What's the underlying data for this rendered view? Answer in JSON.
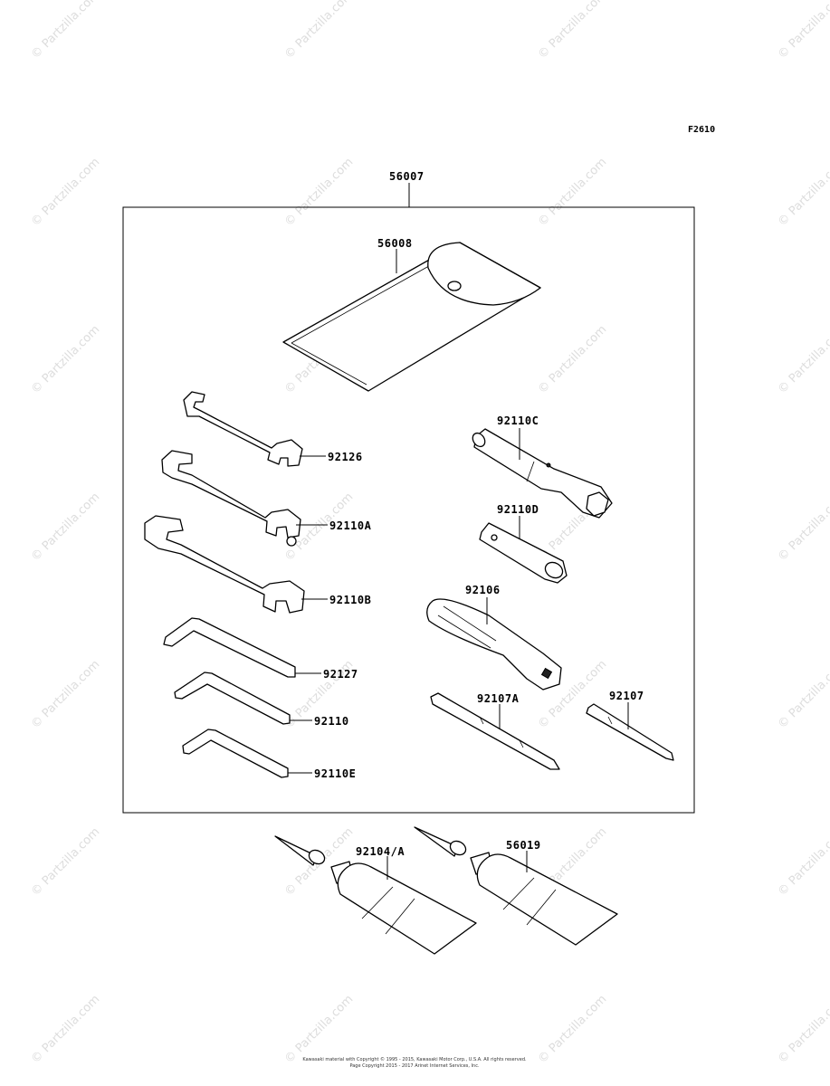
{
  "figure_code": "F2610",
  "watermark_text": "© Partzilla.com",
  "kit": {
    "label": "56007",
    "parts": [
      {
        "id": "case",
        "number": "56008"
      },
      {
        "id": "wrench-a",
        "number": "92126"
      },
      {
        "id": "wrench-b",
        "number": "92110A"
      },
      {
        "id": "wrench-c",
        "number": "92110B"
      },
      {
        "id": "hex-1",
        "number": "92127"
      },
      {
        "id": "hex-2",
        "number": "92110"
      },
      {
        "id": "hex-3",
        "number": "92110E"
      },
      {
        "id": "socket-c",
        "number": "92110C"
      },
      {
        "id": "socket-d",
        "number": "92110D"
      },
      {
        "id": "handle",
        "number": "92106"
      },
      {
        "id": "driver-a",
        "number": "92107A"
      },
      {
        "id": "driver",
        "number": "92107"
      }
    ]
  },
  "extras": [
    {
      "id": "tube-1",
      "number": "92104/A"
    },
    {
      "id": "tube-2",
      "number": "56019"
    }
  ],
  "copyright": {
    "line1": "Kawasaki material with Copyright © 1995 - 2015, Kawasaki Motor Corp., U.S.A. All rights reserved.",
    "line2": "Page Copyright 2015 - 2017 Arinet Internet Services, Inc."
  }
}
